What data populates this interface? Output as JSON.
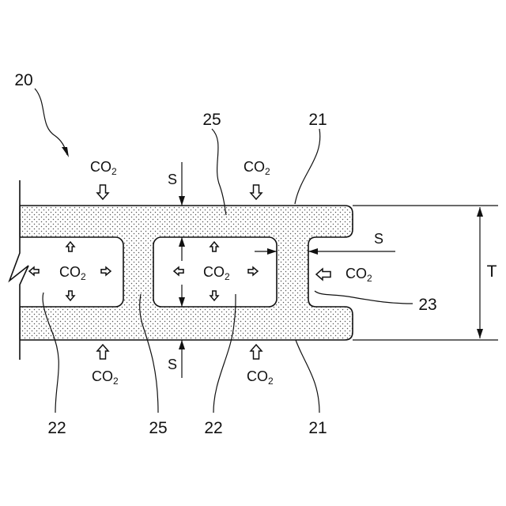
{
  "figure": {
    "ref_overall": "20",
    "ref_layer_top": "21",
    "ref_layer_bottom": "21",
    "ref_fill_top": "25",
    "ref_fill_bottom": "25",
    "ref_cavity_left": "22",
    "ref_cavity_right": "22",
    "ref_notch": "23",
    "gap_label_top": "S",
    "gap_label_bottom": "S",
    "gap_label_right": "S",
    "thickness_label": "T",
    "gas_main": "CO",
    "gas_sub": "2"
  },
  "colors": {
    "stroke": "#111111",
    "dots": "#555555",
    "background": "#ffffff"
  }
}
